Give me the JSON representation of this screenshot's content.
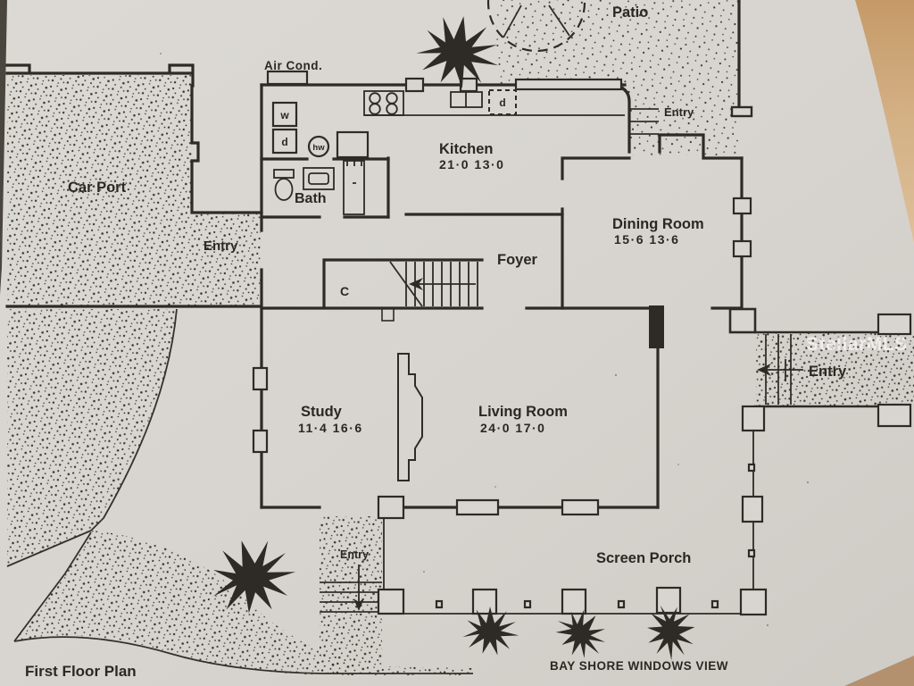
{
  "document": {
    "title": "First Floor Plan",
    "caption": "BAY SHORE WINDOWS VIEW",
    "watermark": "StellarMLS"
  },
  "rooms": {
    "car_port": {
      "name": "Car Port"
    },
    "kitchen": {
      "name": "Kitchen",
      "dims": "21·0  13·0"
    },
    "bath": {
      "name": "Bath"
    },
    "dining_room": {
      "name": "Dining Room",
      "dims": "15·6  13·6"
    },
    "foyer": {
      "name": "Foyer"
    },
    "study": {
      "name": "Study",
      "dims": "11·4  16·6"
    },
    "living_room": {
      "name": "Living Room",
      "dims": "24·0  17·0"
    },
    "screen_porch": {
      "name": "Screen Porch"
    },
    "patio": {
      "name": "Patio"
    }
  },
  "labels": {
    "air_cond": "Air Cond.",
    "closet": "C",
    "entry_carport": "Entry",
    "entry_patio": "Entry",
    "entry_side": "Entry",
    "entry_front": "Entry"
  },
  "fixtures": {
    "washer": "w",
    "dryer": "d",
    "water_heater": "hw",
    "dishwasher": "d"
  },
  "colors": {
    "paper": "#d8d5d0",
    "ink": "#2e2b27",
    "photo_edge": "#c49a6a",
    "watermark_color": "rgba(255,255,255,0.62)"
  }
}
